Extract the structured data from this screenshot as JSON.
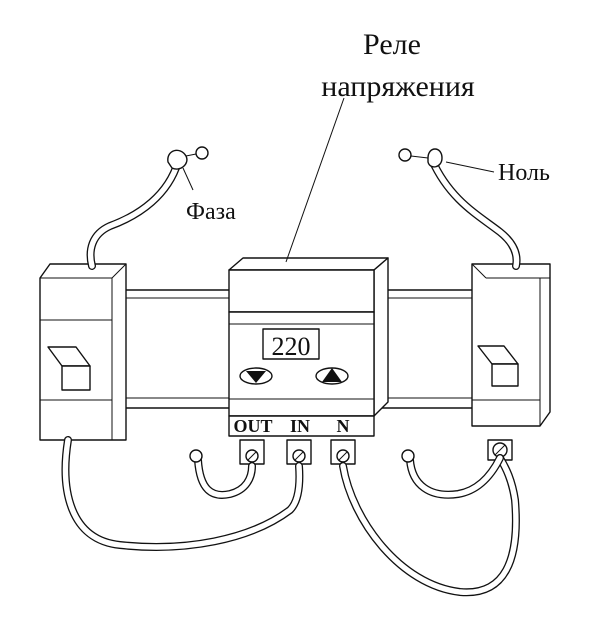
{
  "labels": {
    "relay_line1": "Реле",
    "relay_line2": "напряжения",
    "phase": "Фаза",
    "neutral": "Ноль"
  },
  "display": {
    "value": "220"
  },
  "terminals": {
    "out": "OUT",
    "in": "IN",
    "n": "N"
  },
  "icons": {
    "down_button": "triangle-down-icon",
    "up_button": "triangle-up-icon"
  }
}
